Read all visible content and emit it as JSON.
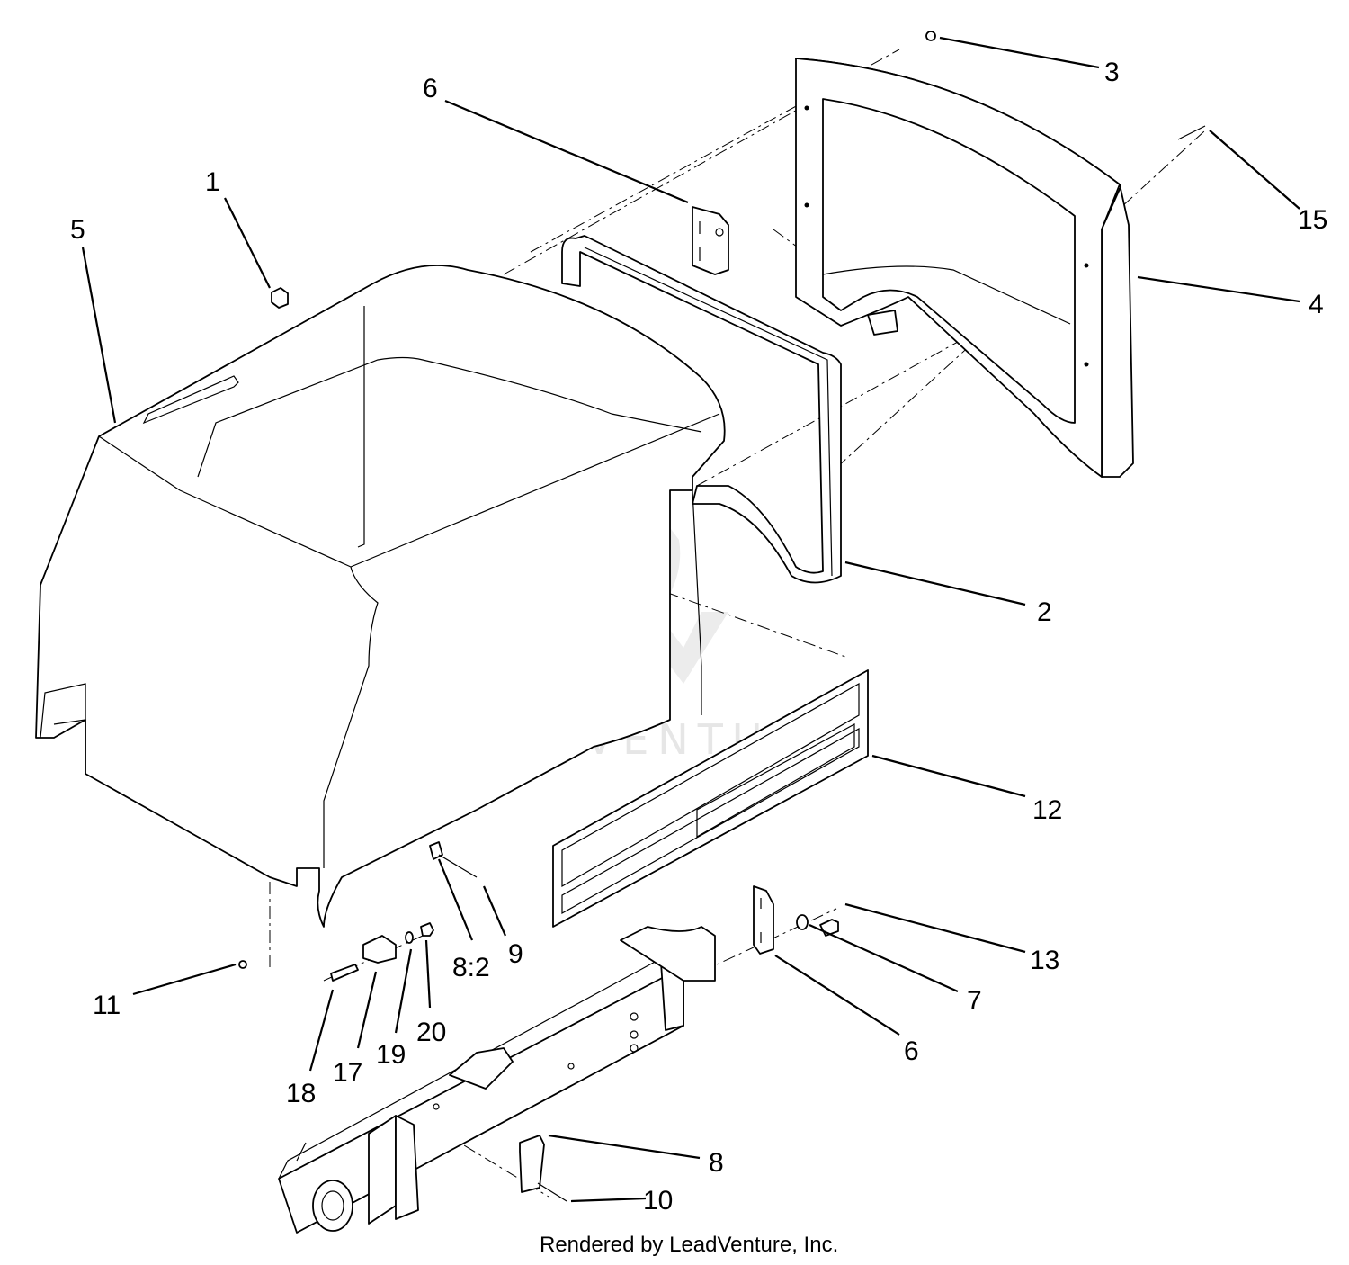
{
  "diagram": {
    "callouts": [
      {
        "label": "1"
      },
      {
        "label": "2"
      },
      {
        "label": "3"
      },
      {
        "label": "4"
      },
      {
        "label": "5"
      },
      {
        "label": "6"
      },
      {
        "label": "6"
      },
      {
        "label": "7"
      },
      {
        "label": "8"
      },
      {
        "label": "8:2"
      },
      {
        "label": "9"
      },
      {
        "label": "10"
      },
      {
        "label": "11"
      },
      {
        "label": "12"
      },
      {
        "label": "13"
      },
      {
        "label": "15"
      },
      {
        "label": "17"
      },
      {
        "label": "18"
      },
      {
        "label": "19"
      },
      {
        "label": "20"
      }
    ],
    "watermark": "LEADVENTURE",
    "footer": "Rendered by LeadVenture, Inc."
  }
}
